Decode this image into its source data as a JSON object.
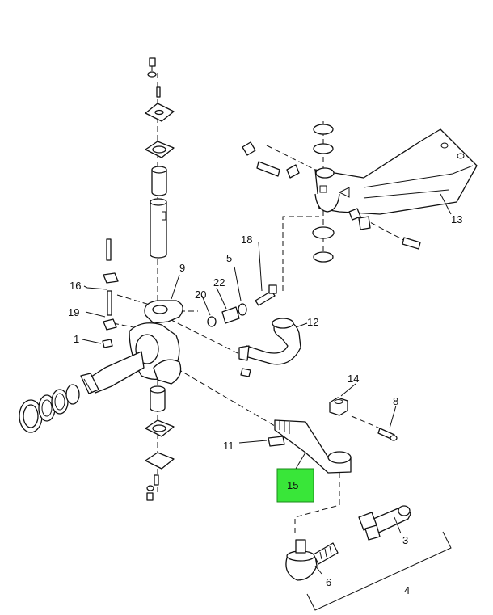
{
  "diagram": {
    "callouts": [
      "1",
      "3",
      "4",
      "5",
      "6",
      "8",
      "9",
      "11",
      "12",
      "13",
      "14",
      "15",
      "16",
      "18",
      "19",
      "20",
      "22"
    ],
    "highlighted": "15",
    "highlight_color": "#39e639"
  }
}
